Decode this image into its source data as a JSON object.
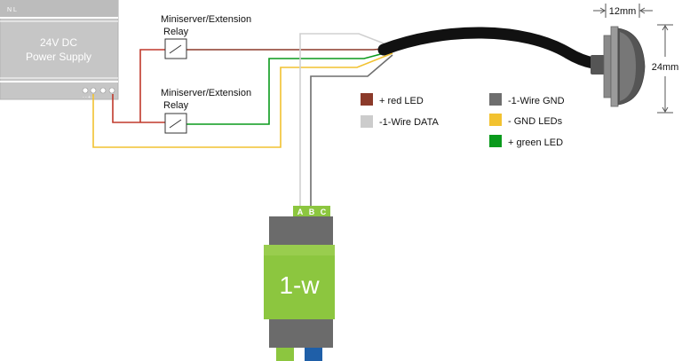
{
  "power_supply": {
    "title_line1": "24V DC",
    "title_line2": "Power Supply",
    "top_marks": "N L",
    "terminal_marks": "- - + +"
  },
  "relays": [
    {
      "line1": "Miniserver/Extension",
      "line2": "Relay"
    },
    {
      "line1": "Miniserver/Extension",
      "line2": "Relay"
    }
  ],
  "onewire_module": {
    "label": "1-w",
    "pins": [
      "A",
      "B",
      "C"
    ]
  },
  "dimensions": {
    "width": "12mm",
    "height": "24mm"
  },
  "legend": [
    {
      "label": "+ red LED",
      "color": "#8b3a2a"
    },
    {
      "label": "-1-Wire DATA",
      "color": "#cccccc"
    },
    {
      "label": "-1-Wire GND",
      "color": "#6e6e6e"
    },
    {
      "label": "- GND LEDs",
      "color": "#f2c230"
    },
    {
      "label": "+ green LED",
      "color": "#0a9a1c"
    }
  ],
  "colors": {
    "red_wire": "#c0392b",
    "brown_wire": "#8b3a2a",
    "green_wire": "#0a9a1c",
    "yellow_wire": "#f2c230",
    "white_wire": "#d0d0d0",
    "gray_wire": "#6e6e6e",
    "module_green": "#8cc63f",
    "module_gray": "#6b6b6b",
    "psu_gray": "#c4c4c4"
  }
}
